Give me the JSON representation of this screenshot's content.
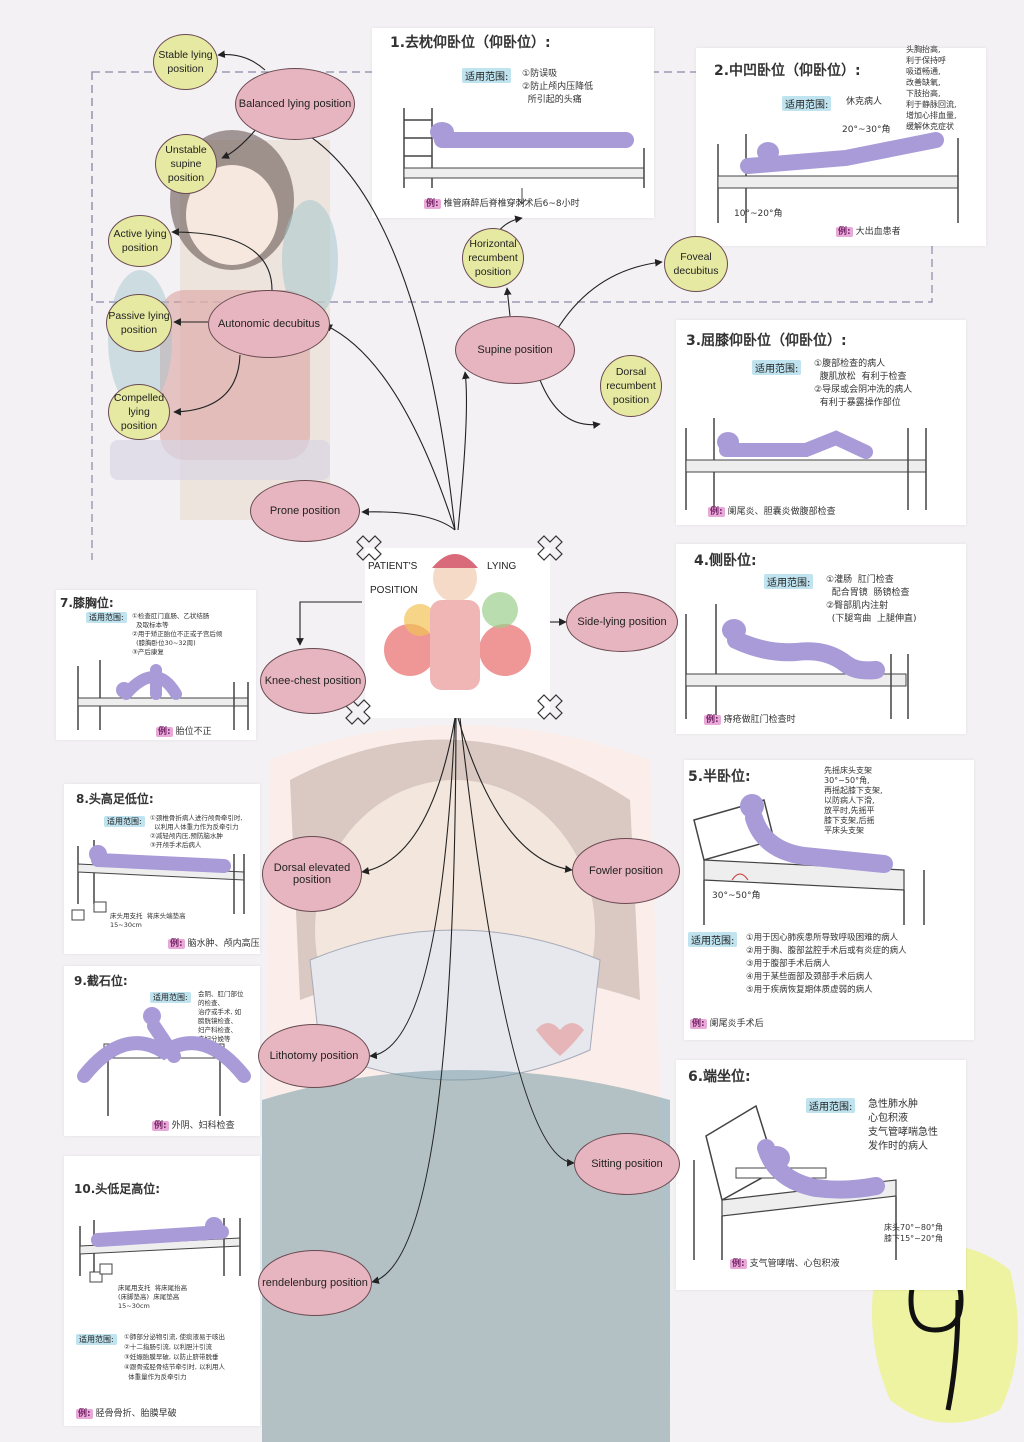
{
  "center": {
    "line1": "PATIENT'S",
    "line2": "LYING",
    "line3": "POSITION"
  },
  "nodes": {
    "balanced": "Balanced lying position",
    "stable": "Stable lying position",
    "unstable": "Unstable supine position",
    "autonomic": "Autonomic decubitus",
    "active": "Active lying position",
    "passive": "Passive lying position",
    "compelled": "Compelled lying position",
    "prone": "Prone position",
    "supine": "Supine position",
    "horizontal": "Horizontal recumbent position",
    "foveal": "Foveal decubitus",
    "dorsal_recumbent": "Dorsal recumbent position",
    "side": "Side-lying position",
    "knee_chest": "Knee-chest position",
    "dorsal_elevated": "Dorsal elevated position",
    "fowler": "Fowler position",
    "lithotomy": "Lithotomy position",
    "sitting": "Sitting position",
    "trendelenburg": "rendelenburg position"
  },
  "cards": {
    "c1": {
      "title": "1.去枕仰卧位（仰卧位）:",
      "tag": "适用范围:",
      "notes": "①防误吸\n②防止颅内压降低\n  所引起的头痛",
      "ex_label": "例:",
      "ex_text": "椎管麻醉后脊椎穿刺术后6~8小时"
    },
    "c2": {
      "title": "2.中凹卧位（仰卧位）:",
      "tag": "适用范围:",
      "tag_text": "休克病人",
      "angle1": "20°~30°角",
      "angle2": "10°~20°角",
      "side_note": "头胸抬高,\n利于保持呼\n吸道畅通,\n改善缺氧,\n下肢抬高,\n利于静脉回流,\n增加心排血量,\n缓解休克症状",
      "ex_label": "例:",
      "ex_text": "大出血患者"
    },
    "c3": {
      "title": "3.屈膝仰卧位（仰卧位）:",
      "tag": "适用范围:",
      "notes": "①腹部检查的病人\n  腹肌放松  有利于检查\n②导尿或会阴冲洗的病人\n  有利于暴露操作部位",
      "ex_label": "例:",
      "ex_text": "阑尾炎、胆囊炎做腹部检查"
    },
    "c4": {
      "title": "4.侧卧位:",
      "tag": "适用范围:",
      "notes": "①灌肠  肛门检查\n  配合胃镜  肠镜检查\n②臀部肌内注射\n  (下腿弯曲  上腿伸直)",
      "ex_label": "例:",
      "ex_text": "痔疮做肛门检查时"
    },
    "c5": {
      "title": "5.半卧位:",
      "side_note": "先摇床头支架\n30°~50°角,\n再摇起膝下支架,\n以防病人下滑,\n放平时,先摇平\n膝下支架,后摇\n平床头支架",
      "angle": "30°~50°角",
      "tag": "适用范围:",
      "notes": "①用于因心肺疾患所导致呼吸困难的病人\n②用于胸、腹部盆腔手术后或有炎症的病人\n③用于腹部手术后病人\n④用于某些面部及颈部手术后病人\n⑤用于疾病恢复期体质虚弱的病人",
      "ex_label": "例:",
      "ex_text": "阑尾炎手术后"
    },
    "c6": {
      "title": "6.端坐位:",
      "tag": "适用范围:",
      "notes": "急性肺水肿\n心包积液\n支气管哮喘急性\n发作时的病人",
      "angle": "床头70°~80°角\n膝下15°~20°角",
      "ex_label": "例:",
      "ex_text": "支气管哮喘、心包积液"
    },
    "c7": {
      "title": "7.膝胸位:",
      "tag": "适用范围:",
      "notes": "①检查肛门直肠、乙状结肠\n  及取标本等\n②用于矫正胎位不正或子宫后倾\n  (膝胸卧位30~32周)\n③产后康复",
      "ex_label": "例:",
      "ex_text": "胎位不正"
    },
    "c8": {
      "title": "8.头高足低位:",
      "tag": "适用范围:",
      "notes": "①颈椎骨折病人进行颅骨牵引时,\n  以利用人体重力作为反牵引力\n②减轻颅内压,预防脑水肿\n③开颅手术后病人",
      "under": "床头用支托  将床头端垫高\n15~30cm",
      "ex_label": "例:",
      "ex_text": "脑水肿、颅内高压"
    },
    "c9": {
      "title": "9.截石位:",
      "tag": "适用范围:",
      "notes": "会阴、肛门部位\n的检查、\n治疗或手术, 如\n膀胱镜检查、\n妇产科检查、\n产妇分娩等",
      "ex_label": "例:",
      "ex_text": "外阴、妇科检查"
    },
    "c10": {
      "title": "10.头低足高位:",
      "under": "床尾用支托  将床尾抬高\n(床脚垫高)  床尾垫高\n15~30cm",
      "tag": "适用范围:",
      "notes": "①肺部分泌物引流, 使痰液易于咳出\n②十二指肠引流, 以利胆汁引流\n③妊娠胎膜早破, 以防止脐带脱垂\n④跟骨或胫骨结节牵引时, 以利用人\n  体重量作为反牵引力",
      "ex_label": "例:",
      "ex_text": "胫骨骨折、胎膜早破"
    }
  },
  "colors": {
    "pink": "#e7b5bf",
    "green": "#e6e9a2",
    "line": "#222222",
    "figure": "#a99ad8",
    "tag": "#bfe3ef"
  }
}
